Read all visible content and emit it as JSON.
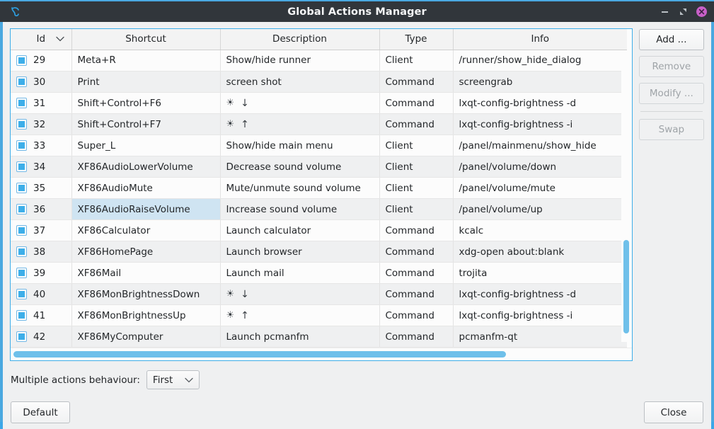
{
  "window": {
    "title": "Global Actions Manager",
    "logo_icon": "lxqt-spiral-logo-icon",
    "controls": {
      "minimize_label": "–",
      "maximize_label": "⤡",
      "close_label": "✕"
    }
  },
  "table": {
    "columns": [
      {
        "label": "Id",
        "sort_indicator": "⌄"
      },
      {
        "label": "Shortcut"
      },
      {
        "label": "Description"
      },
      {
        "label": "Type"
      },
      {
        "label": "Info"
      }
    ],
    "rows": [
      {
        "id": "29",
        "shortcut": "Meta+R",
        "description": "Show/hide runner",
        "type": "Client",
        "info": "/runner/show_hide_dialog",
        "checked": true
      },
      {
        "id": "30",
        "shortcut": "Print",
        "description": "screen shot",
        "type": "Command",
        "info": "screengrab",
        "checked": true
      },
      {
        "id": "31",
        "shortcut": "Shift+Control+F6",
        "description": "☀ ↓",
        "desc_is_glyph": true,
        "desc_sun": "☀",
        "desc_arrow": "↓",
        "type": "Command",
        "info": "lxqt-config-brightness -d",
        "checked": true
      },
      {
        "id": "32",
        "shortcut": "Shift+Control+F7",
        "description": "☀ ↑",
        "desc_is_glyph": true,
        "desc_sun": "☀",
        "desc_arrow": "↑",
        "type": "Command",
        "info": "lxqt-config-brightness -i",
        "checked": true
      },
      {
        "id": "33",
        "shortcut": "Super_L",
        "description": "Show/hide main menu",
        "type": "Client",
        "info": "/panel/mainmenu/show_hide",
        "checked": true
      },
      {
        "id": "34",
        "shortcut": "XF86AudioLowerVolume",
        "description": "Decrease sound volume",
        "type": "Client",
        "info": "/panel/volume/down",
        "checked": true
      },
      {
        "id": "35",
        "shortcut": "XF86AudioMute",
        "description": "Mute/unmute sound volume",
        "type": "Client",
        "info": "/panel/volume/mute",
        "checked": true
      },
      {
        "id": "36",
        "shortcut": "XF86AudioRaiseVolume",
        "description": "Increase sound volume",
        "type": "Client",
        "info": "/panel/volume/up",
        "checked": true,
        "selected": true
      },
      {
        "id": "37",
        "shortcut": "XF86Calculator",
        "description": "Launch calculator",
        "type": "Command",
        "info": "kcalc",
        "checked": true
      },
      {
        "id": "38",
        "shortcut": "XF86HomePage",
        "description": "Launch browser",
        "type": "Command",
        "info": "xdg-open about:blank",
        "checked": true
      },
      {
        "id": "39",
        "shortcut": "XF86Mail",
        "description": "Launch mail",
        "type": "Command",
        "info": "trojita",
        "checked": true
      },
      {
        "id": "40",
        "shortcut": "XF86MonBrightnessDown",
        "description": "☀ ↓",
        "desc_is_glyph": true,
        "desc_sun": "☀",
        "desc_arrow": "↓",
        "type": "Command",
        "info": "lxqt-config-brightness -d",
        "checked": true
      },
      {
        "id": "41",
        "shortcut": "XF86MonBrightnessUp",
        "description": "☀ ↑",
        "desc_is_glyph": true,
        "desc_sun": "☀",
        "desc_arrow": "↑",
        "type": "Command",
        "info": "lxqt-config-brightness -i",
        "checked": true
      },
      {
        "id": "42",
        "shortcut": "XF86MyComputer",
        "description": "Launch pcmanfm",
        "type": "Command",
        "info": "pcmanfm-qt",
        "checked": true
      }
    ]
  },
  "side_buttons": [
    {
      "label": "Add ...",
      "enabled": true,
      "name": "add-button"
    },
    {
      "label": "Remove",
      "enabled": false,
      "name": "remove-button"
    },
    {
      "label": "Modify ...",
      "enabled": false,
      "name": "modify-button"
    },
    {
      "label": "Swap",
      "enabled": false,
      "name": "swap-button"
    }
  ],
  "bottom": {
    "behaviour_label": "Multiple actions behaviour:",
    "behaviour_value": "First",
    "behaviour_chevron": "⌄",
    "default_label": "Default",
    "close_label": "Close"
  },
  "colors": {
    "accent": "#3daee9",
    "titlebar": "#31363b",
    "close_button": "#c860c8",
    "selection": "#cfe4f2",
    "scrollbar_thumb": "#6fc0ea"
  }
}
